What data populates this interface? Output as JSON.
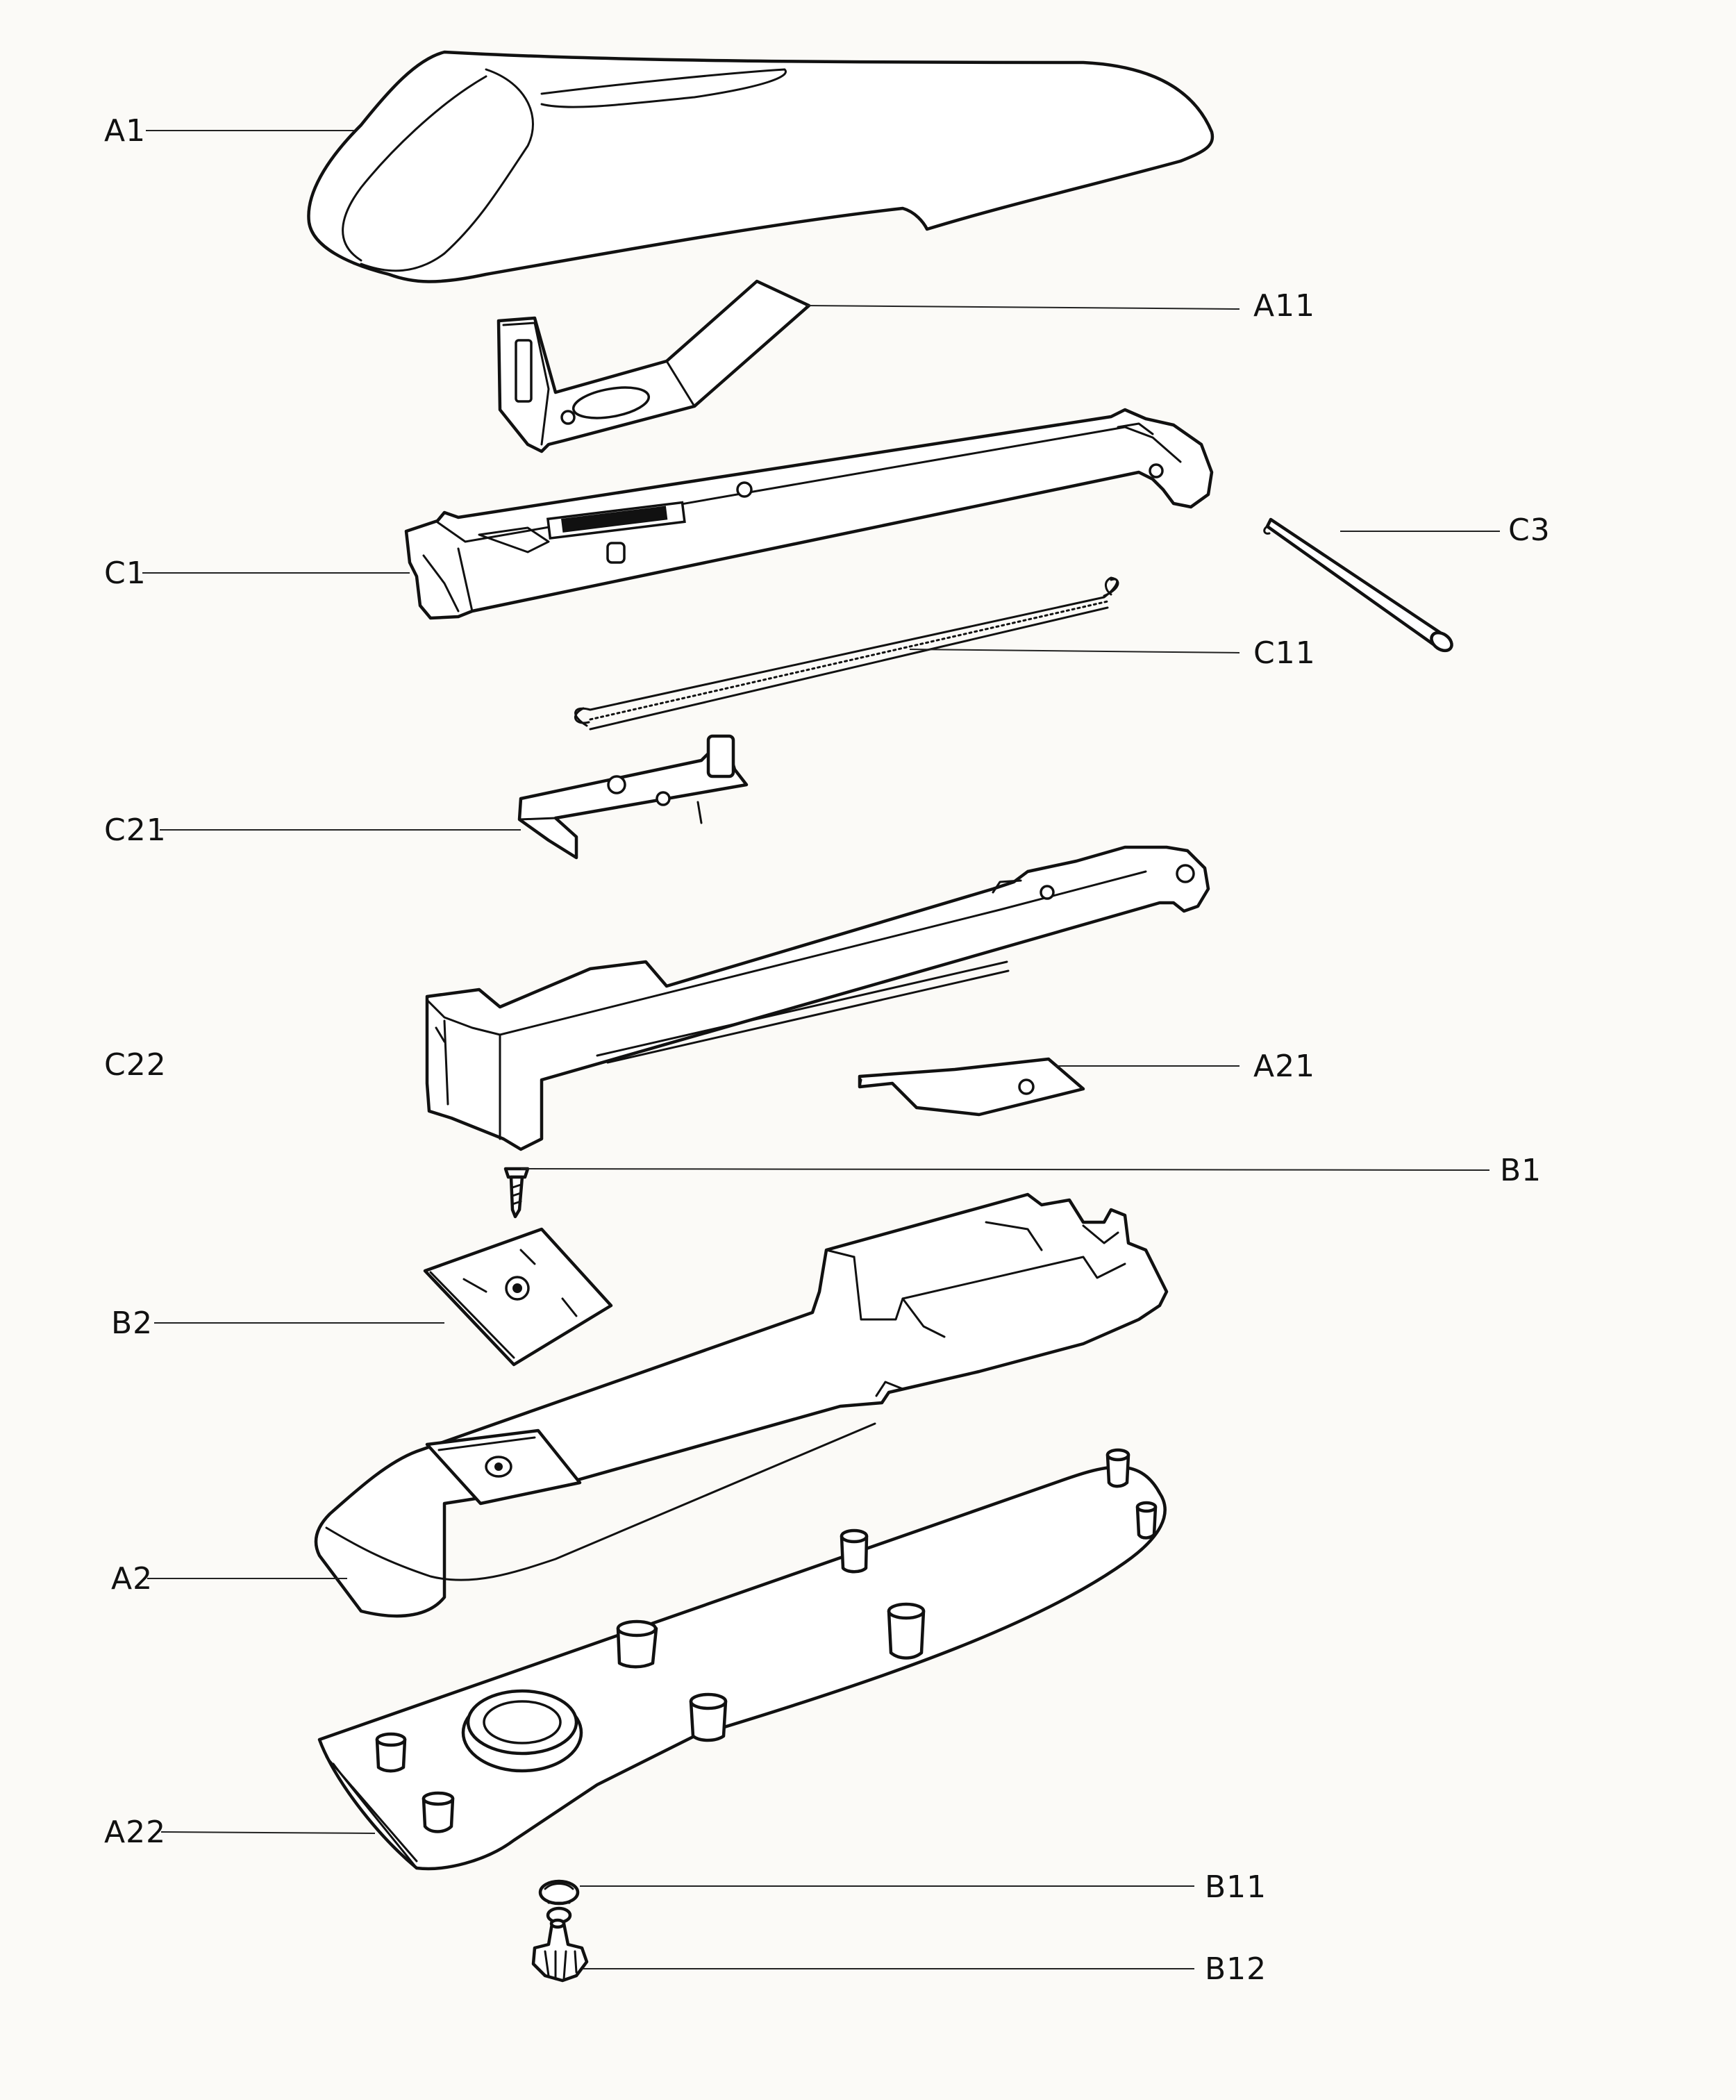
{
  "labels": {
    "A1": "A1",
    "A11": "A11",
    "C1": "C1",
    "C3": "C3",
    "C11": "C11",
    "C21": "C21",
    "C22": "C22",
    "A21": "A21",
    "B1": "B1",
    "B2": "B2",
    "A2": "A2",
    "A22": "A22",
    "B11": "B11",
    "B12": "B12"
  },
  "colors": {
    "ink": "#111111",
    "paper": "#fbfaf7"
  },
  "icons": [
    "armrest-cover",
    "bracket",
    "frame",
    "pin",
    "spring",
    "clip",
    "channel",
    "plate",
    "screw",
    "base",
    "bottom-plate",
    "bushing",
    "knob"
  ]
}
